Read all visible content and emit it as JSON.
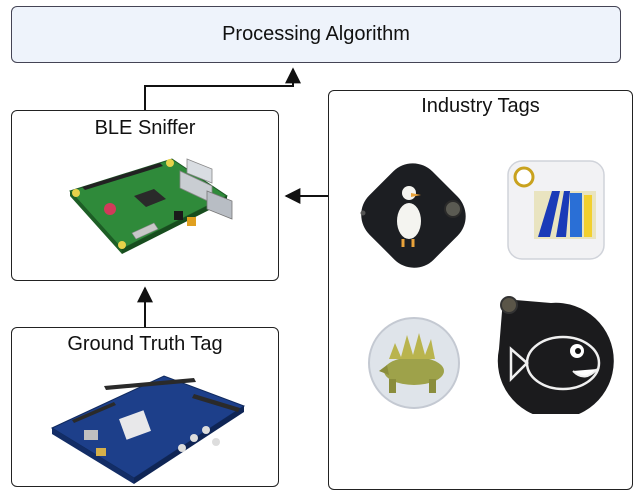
{
  "processing": {
    "label": "Processing Algorithm"
  },
  "sniffer": {
    "label": "BLE Sniffer"
  },
  "ground_truth": {
    "label": "Ground Truth Tag"
  },
  "industry": {
    "label": "Industry Tags",
    "tags": [
      {
        "name": "duck-tag",
        "color": "#1c1e22"
      },
      {
        "name": "ab-tag",
        "color": "#f2f2f4"
      },
      {
        "name": "stegosaurus-tag",
        "color": "#dfe4ea"
      },
      {
        "name": "fish-tag",
        "color": "#1b1b1d"
      }
    ]
  },
  "colors": {
    "processing_fill": "#eef3fb",
    "border": "#222222",
    "arrow": "#111111"
  }
}
